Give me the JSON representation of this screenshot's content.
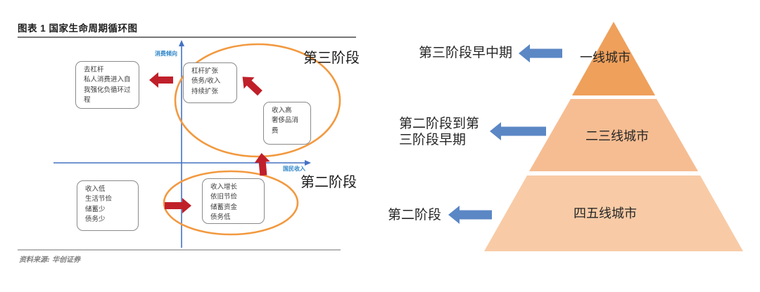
{
  "figure": {
    "title": "图表 1  国家生命周期循环图",
    "source": "资料来源: 华创证券"
  },
  "cycle_chart": {
    "y_axis_label": "消费倾向",
    "x_axis_label": "国民收入",
    "stage3_label": "第三阶段",
    "stage2_label": "第二阶段",
    "boxes": {
      "deleverage": "去杠杆\n私人消费进入自\n我强化负循环过\n程",
      "leverage_expansion": "杠杆扩张\n债务/收入\n持续扩张",
      "high_income": "收入高\n奢侈品消\n费",
      "low_income": "收入低\n生活节俭\n储蓄少\n债务少",
      "income_growth": "收入增长\n依旧节俭\n储蓄资金\n债务低"
    },
    "colors": {
      "axis": "#4472C4",
      "ellipse": "#F2993F",
      "arrow": "#C0202A"
    }
  },
  "pyramid": {
    "tiers": [
      {
        "label": "一线城市",
        "stage": "第三阶段早中期",
        "color": "#EFA05B"
      },
      {
        "label": "二三线城市",
        "stage": "第二阶段到第\n三阶段早期",
        "color": "#F6BD92"
      },
      {
        "label": "四五线城市",
        "stage": "第二阶段",
        "color": "#F8CBA6"
      }
    ],
    "arrow_color": "#5B87C5"
  }
}
